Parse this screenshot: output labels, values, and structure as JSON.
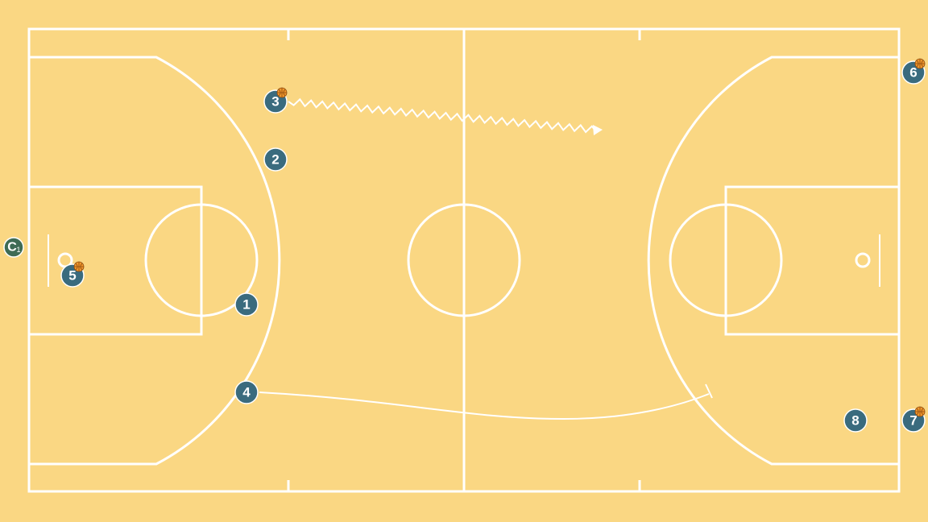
{
  "diagram": {
    "court_color": "#fad783",
    "line_color": "#ffffff",
    "player_color": "#3a6b7e",
    "coach_color": "#3e6b55",
    "ball_color": "#f0962b"
  },
  "players": [
    {
      "id": "p1",
      "label": "1",
      "ball": false
    },
    {
      "id": "p2",
      "label": "2",
      "ball": false
    },
    {
      "id": "p3",
      "label": "3",
      "ball": true
    },
    {
      "id": "p4",
      "label": "4",
      "ball": false
    },
    {
      "id": "p5",
      "label": "5",
      "ball": true
    },
    {
      "id": "p6",
      "label": "6",
      "ball": true
    },
    {
      "id": "p7",
      "label": "7",
      "ball": true
    },
    {
      "id": "p8",
      "label": "8",
      "ball": false
    }
  ],
  "coach": {
    "label": "C",
    "sub": "1"
  },
  "actions": [
    {
      "type": "dribble",
      "player": "3",
      "icon": "dribble-arrow-icon"
    },
    {
      "type": "screen",
      "player": "4",
      "icon": "screen-line-icon"
    }
  ]
}
